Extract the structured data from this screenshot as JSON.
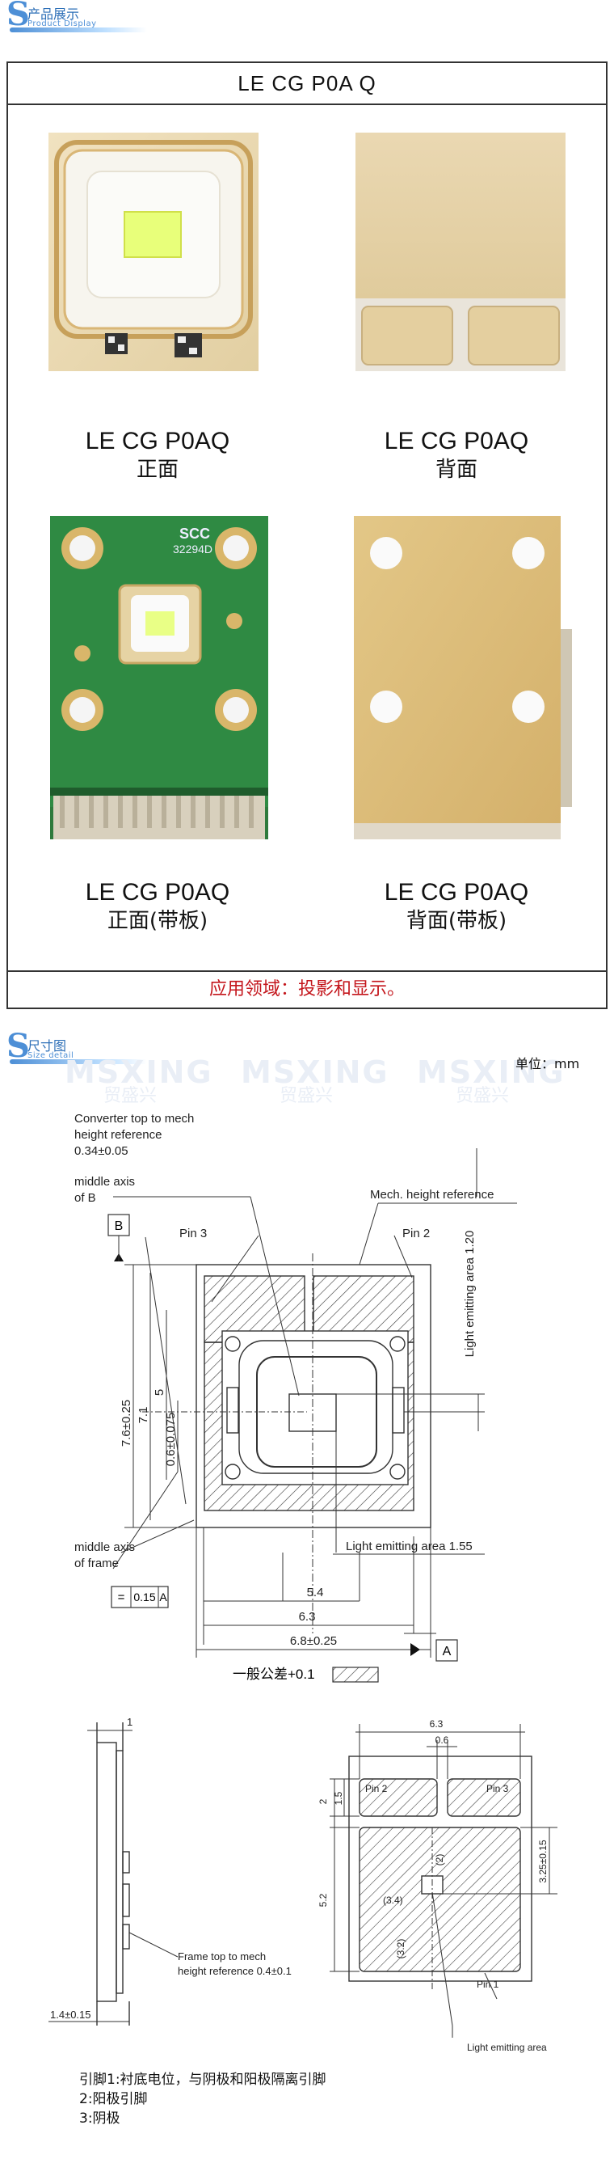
{
  "product_display": {
    "header_cn": "产品展示",
    "header_en": "Product Display",
    "title": "LE CG P0A Q",
    "items": [
      {
        "model": "LE CG P0AQ",
        "view": "正面"
      },
      {
        "model": "LE CG P0AQ",
        "view": "背面"
      },
      {
        "model": "LE CG P0AQ",
        "view": "正面(带板)"
      },
      {
        "model": "LE CG P0AQ",
        "view": "背面(带板)"
      }
    ],
    "board_marks": {
      "brand": "SCC",
      "code": "32294D"
    },
    "footer": "应用领域：投影和显示。"
  },
  "size_detail": {
    "header_cn": "尺寸图",
    "header_en": "Size detail",
    "unit": "单位：mm",
    "watermark": {
      "brand": "MSXING",
      "cn": "贸盛兴"
    },
    "drawing_top": {
      "converter_top_line1": "Converter top to mech",
      "converter_top_line2": "height reference",
      "converter_top_value": "0.34±0.05",
      "middle_axis_b_line1": "middle axis",
      "middle_axis_b_line2": "of B",
      "datum_b": "B",
      "datum_a": "A",
      "pin3": "Pin 3",
      "pin2": "Pin 2",
      "mech_height_ref": "Mech. height reference",
      "light_area_v": "Light emitting area 1.20",
      "light_area_h": "Light emitting area 1.55",
      "dim_76": "7.6±0.25",
      "dim_71": "7.1",
      "dim_5": "5",
      "dim_06": "0.6±0.075",
      "dim_54": "5.4",
      "dim_63": "6.3",
      "dim_68": "6.8±0.25",
      "middle_axis_frame_line1": "middle axis",
      "middle_axis_frame_line2": "of frame",
      "tolerance_symbol": "=",
      "tolerance_value": "0.15",
      "tolerance_datum": "A",
      "general_tolerance": "一般公差+0.1"
    },
    "drawing_bottom": {
      "side_dim_1": "1",
      "side_dim_14": "1.4±0.15",
      "frame_top_line1": "Frame top to mech",
      "frame_top_line2": "height reference 0.4±0.1",
      "dim_63": "6.3",
      "dim_06": "0.6",
      "pin2": "Pin 2",
      "pin3": "Pin 3",
      "dim_2": "2",
      "dim_15": "1.5",
      "dim_52": "5.2",
      "dim_325": "3.25±0.15",
      "dim_paren_2": "(2)",
      "dim_paren_34": "(3.4)",
      "dim_paren_32": "(3.2)",
      "pin1": "Pin 1",
      "light_area": "Light emitting area"
    },
    "pin_notes": [
      "引脚1:衬底电位，与阴极和阳极隔离引脚",
      "2:阳极引脚",
      "3:阴极"
    ]
  }
}
